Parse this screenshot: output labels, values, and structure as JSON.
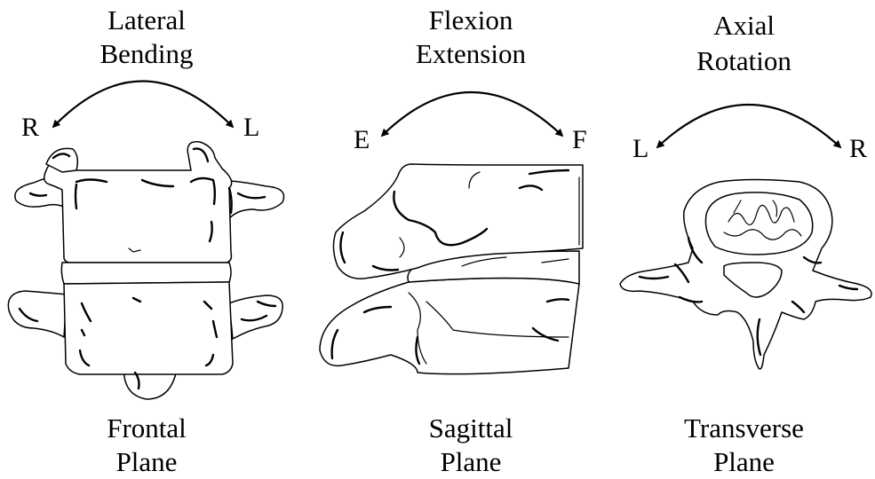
{
  "panels": [
    {
      "motion_line1": "Lateral",
      "motion_line2": "Bending",
      "left_dir": "R",
      "right_dir": "L",
      "plane_line1": "Frontal",
      "plane_line2": "Plane"
    },
    {
      "motion_line1": "Flexion",
      "motion_line2": "Extension",
      "left_dir": "E",
      "right_dir": "F",
      "plane_line1": "Sagittal",
      "plane_line2": "Plane"
    },
    {
      "motion_line1": "Axial",
      "motion_line2": "Rotation",
      "left_dir": "L",
      "right_dir": "R",
      "plane_line1": "Transverse",
      "plane_line2": "Plane"
    }
  ]
}
